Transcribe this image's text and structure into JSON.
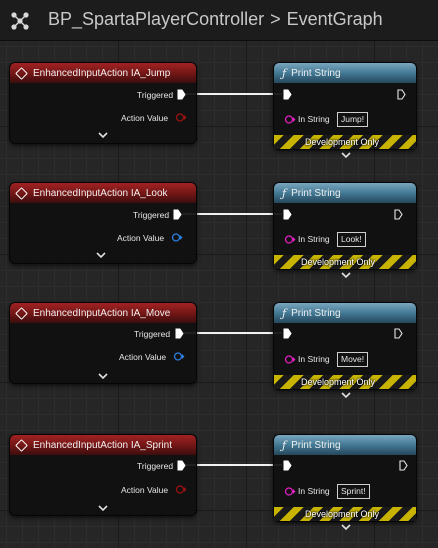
{
  "header": {
    "blueprint": "BP_SpartaPlayerController",
    "graph": "EventGraph",
    "separator": ">"
  },
  "colors": {
    "event_header": "#8b1a1a",
    "function_header": "#4a86a6",
    "exec_wire": "#ffffff",
    "bool_pin": "#8b0000",
    "vector_pin": "#1f6fd0",
    "string_pin": "#e020c0",
    "dev_stripe": "#c8b400"
  },
  "events": [
    {
      "title": "EnhancedInputAction IA_Jump",
      "triggered_label": "Triggered",
      "action_value_label": "Action Value",
      "action_value_type": "bool"
    },
    {
      "title": "EnhancedInputAction IA_Look",
      "triggered_label": "Triggered",
      "action_value_label": "Action Value",
      "action_value_type": "vector"
    },
    {
      "title": "EnhancedInputAction IA_Move",
      "triggered_label": "Triggered",
      "action_value_label": "Action Value",
      "action_value_type": "vector"
    },
    {
      "title": "EnhancedInputAction IA_Sprint",
      "triggered_label": "Triggered",
      "action_value_label": "Action Value",
      "action_value_type": "bool"
    }
  ],
  "print_nodes": [
    {
      "title": "Print String",
      "in_string_label": "In String",
      "in_string_value": "Jump!",
      "dev_label": "Development Only"
    },
    {
      "title": "Print String",
      "in_string_label": "In String",
      "in_string_value": "Look!",
      "dev_label": "Development Only"
    },
    {
      "title": "Print String",
      "in_string_label": "In String",
      "in_string_value": "Move!",
      "dev_label": "Development Only"
    },
    {
      "title": "Print String",
      "in_string_label": "In String",
      "in_string_value": "Sprint!",
      "dev_label": "Development Only"
    }
  ]
}
